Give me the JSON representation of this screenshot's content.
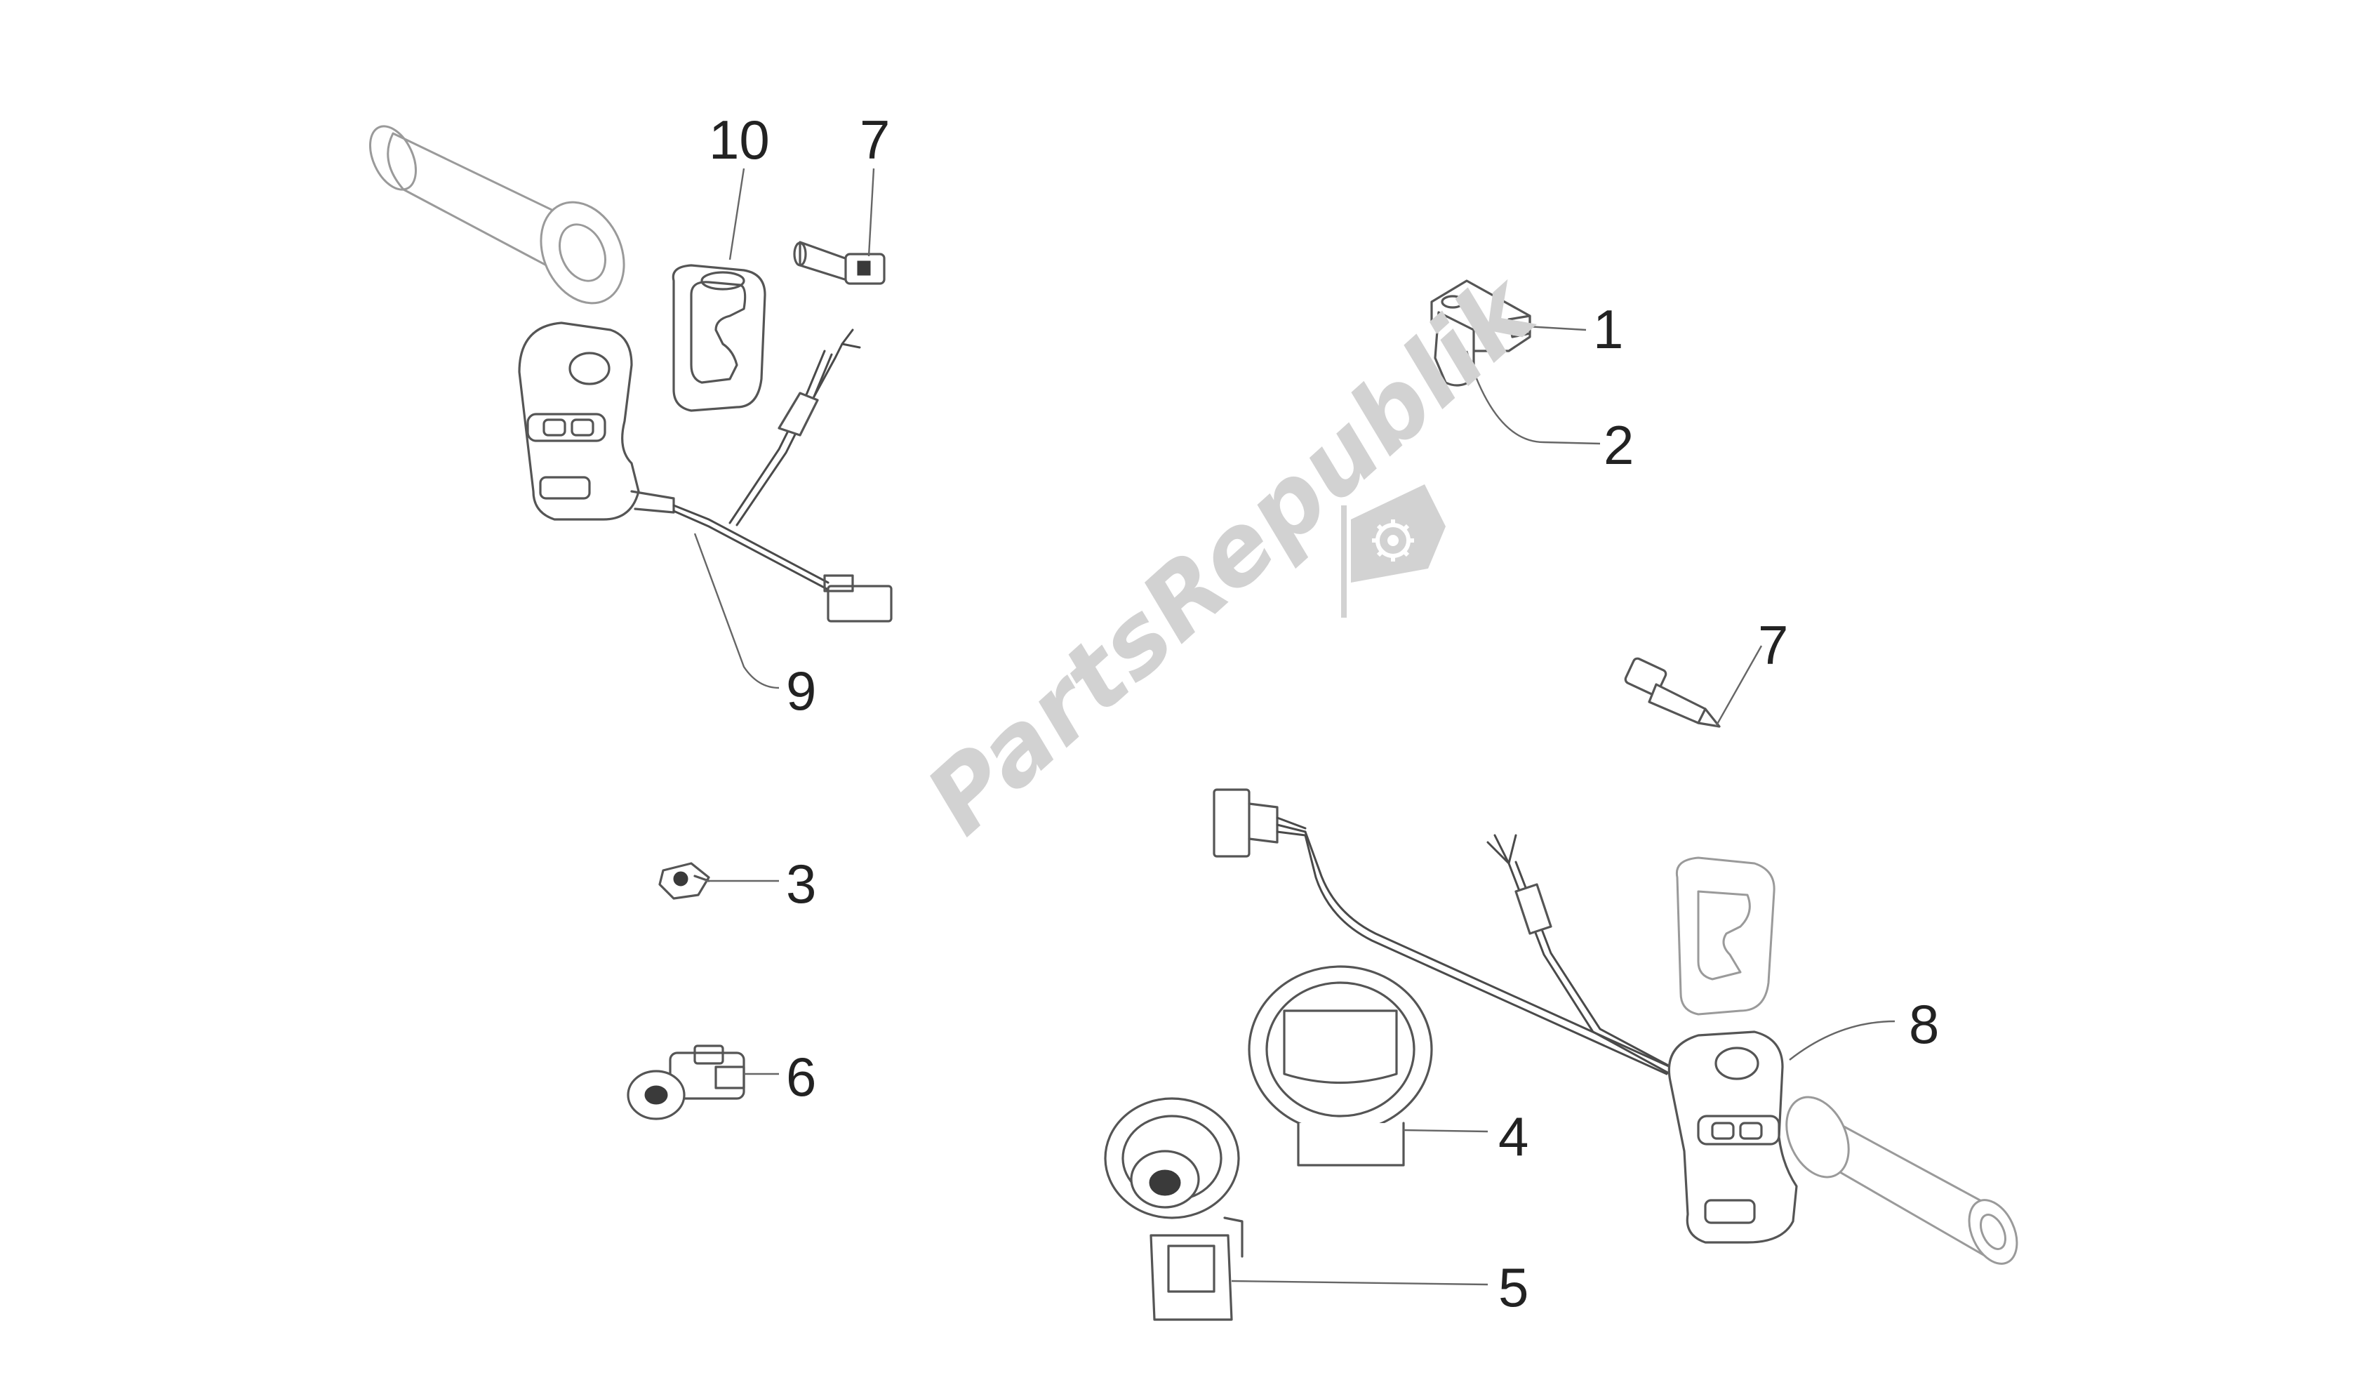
{
  "watermark": {
    "text": "PartsRepublik",
    "icon": "gear-flag-logo-icon"
  },
  "callouts": [
    {
      "id": "c10",
      "label": "10"
    },
    {
      "id": "c7a",
      "label": "7"
    },
    {
      "id": "c1",
      "label": "1"
    },
    {
      "id": "c2",
      "label": "2"
    },
    {
      "id": "c9",
      "label": "9"
    },
    {
      "id": "c7b",
      "label": "7"
    },
    {
      "id": "c3",
      "label": "3"
    },
    {
      "id": "c8",
      "label": "8"
    },
    {
      "id": "c6",
      "label": "6"
    },
    {
      "id": "c4",
      "label": "4"
    },
    {
      "id": "c5",
      "label": "5"
    }
  ],
  "colors": {
    "line": "#555555",
    "watermark": "#d2d2d2",
    "text": "#222222"
  }
}
